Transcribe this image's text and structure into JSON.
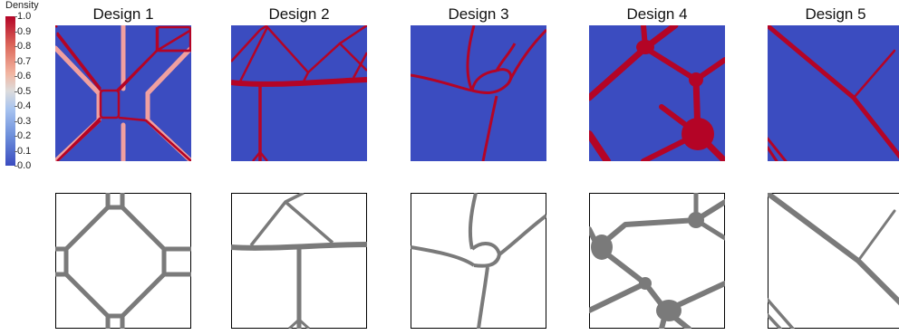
{
  "legend": {
    "title": "Density",
    "ticks": [
      "1.0",
      "0.9",
      "0.8",
      "0.7",
      "0.6",
      "0.5",
      "0.4",
      "0.3",
      "0.2",
      "0.1",
      "0.0"
    ]
  },
  "designs": [
    {
      "title": "Design 1"
    },
    {
      "title": "Design 2"
    },
    {
      "title": "Design 3"
    },
    {
      "title": "Design 4"
    },
    {
      "title": "Design 5"
    }
  ],
  "colors": {
    "background_blue": "#3b4cc0",
    "strut_red": "#b40426",
    "strut_edge": "#e88",
    "strut_gray": "#7a7a7a",
    "frame": "#000000"
  }
}
